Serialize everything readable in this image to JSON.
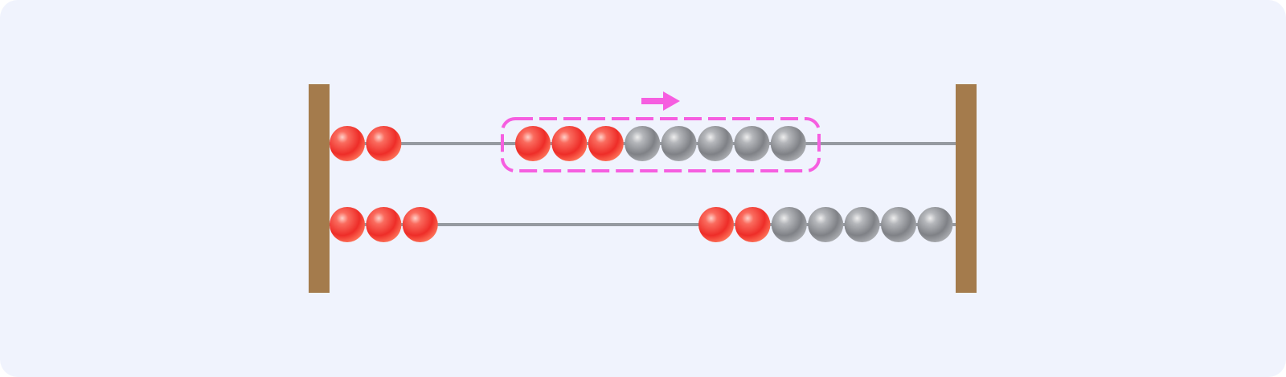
{
  "abacus": {
    "colors": {
      "background": "#f0f3fd",
      "frame": "#a47b4c",
      "rod": "#969aa1",
      "bead_red": "#f03a35",
      "bead_gray": "#8d8f95",
      "highlight": "#f65ee0"
    },
    "rows": [
      {
        "left_group": [
          "red",
          "red"
        ],
        "right_group": [
          "red",
          "red",
          "red",
          "gray",
          "gray",
          "gray",
          "gray",
          "gray"
        ],
        "highlighted": true
      },
      {
        "left_group": [
          "red",
          "red",
          "red"
        ],
        "right_group": [
          "red",
          "red",
          "gray",
          "gray",
          "gray",
          "gray",
          "gray"
        ],
        "highlighted": false
      }
    ],
    "highlight_arrow_direction": "right"
  }
}
